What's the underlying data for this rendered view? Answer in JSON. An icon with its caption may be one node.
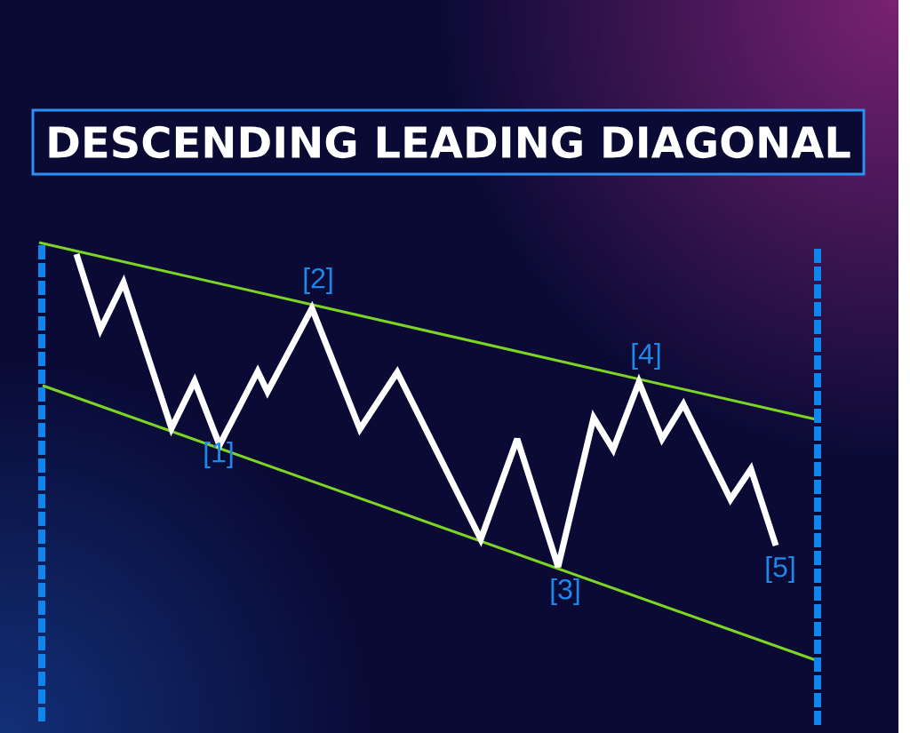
{
  "diagram": {
    "title": "DESCENDING LEADING DIAGONAL",
    "labels": [
      "[1]",
      "[2]",
      "[3]",
      "[4]",
      "[5]"
    ]
  }
}
